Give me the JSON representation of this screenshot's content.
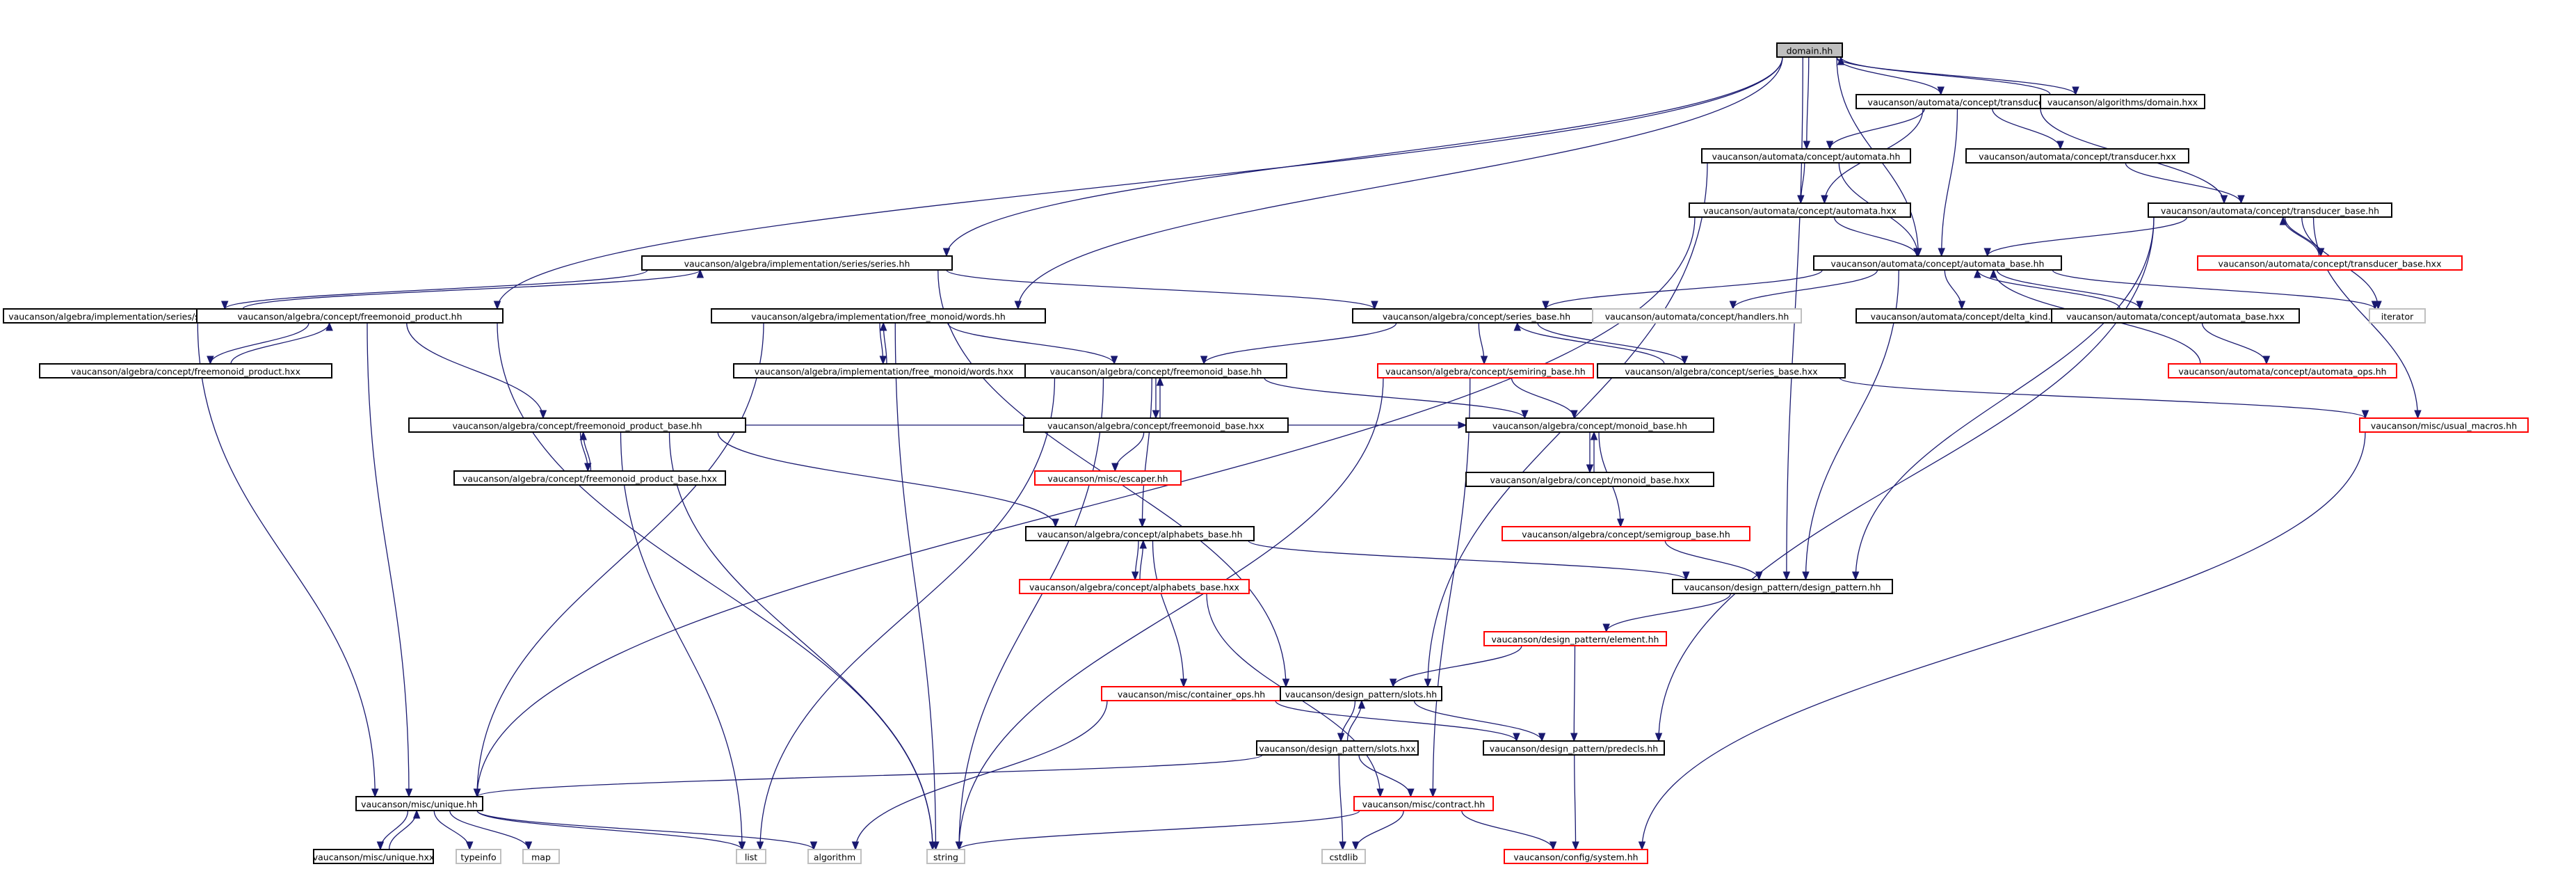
{
  "colors": {
    "edge": "#191970",
    "box_normal": "#000000",
    "box_truncated": "#ff0000",
    "box_external": "#bfbfbf",
    "root_fill": "#bfbfbf",
    "fill": "#ffffff"
  },
  "nodes": [
    {
      "id": "domain",
      "label": "domain.hh",
      "kind": "root"
    },
    {
      "id": "transducer",
      "label": "vaucanson/automata/concept/transducer.hh",
      "kind": "normal"
    },
    {
      "id": "alg_domain",
      "label": "vaucanson/algorithms/domain.hxx",
      "kind": "normal"
    },
    {
      "id": "automata",
      "label": "vaucanson/automata/concept/automata.hh",
      "kind": "normal"
    },
    {
      "id": "transducer_hxx",
      "label": "vaucanson/automata/concept/transducer.hxx",
      "kind": "normal"
    },
    {
      "id": "automata_hxx",
      "label": "vaucanson/automata/concept/automata.hxx",
      "kind": "normal"
    },
    {
      "id": "transducer_base",
      "label": "vaucanson/automata/concept/transducer_base.hh",
      "kind": "normal"
    },
    {
      "id": "transducer_base_hxx",
      "label": "vaucanson/automata/concept/transducer_base.hxx",
      "kind": "truncated"
    },
    {
      "id": "series",
      "label": "vaucanson/algebra/implementation/series/series.hh",
      "kind": "normal"
    },
    {
      "id": "automata_base",
      "label": "vaucanson/automata/concept/automata_base.hh",
      "kind": "normal"
    },
    {
      "id": "series_hxx",
      "label": "vaucanson/algebra/implementation/series/series.hxx",
      "kind": "normal"
    },
    {
      "id": "freemonoid_product",
      "label": "vaucanson/algebra/concept/freemonoid_product.hh",
      "kind": "normal"
    },
    {
      "id": "words",
      "label": "vaucanson/algebra/implementation/free_monoid/words.hh",
      "kind": "normal"
    },
    {
      "id": "series_base",
      "label": "vaucanson/algebra/concept/series_base.hh",
      "kind": "normal"
    },
    {
      "id": "handlers",
      "label": "vaucanson/automata/concept/handlers.hh",
      "kind": "external"
    },
    {
      "id": "delta_kind",
      "label": "vaucanson/automata/concept/delta_kind.hh",
      "kind": "normal"
    },
    {
      "id": "automata_base_hxx",
      "label": "vaucanson/automata/concept/automata_base.hxx",
      "kind": "normal"
    },
    {
      "id": "iterator",
      "label": "iterator",
      "kind": "external"
    },
    {
      "id": "freemonoid_product_hxx",
      "label": "vaucanson/algebra/concept/freemonoid_product.hxx",
      "kind": "normal"
    },
    {
      "id": "words_hxx",
      "label": "vaucanson/algebra/implementation/free_monoid/words.hxx",
      "kind": "normal"
    },
    {
      "id": "automata_ops",
      "label": "vaucanson/automata/concept/automata_ops.hh",
      "kind": "truncated"
    },
    {
      "id": "fmp_base",
      "label": "vaucanson/algebra/concept/freemonoid_product_base.hh",
      "kind": "normal"
    },
    {
      "id": "freemonoid_base",
      "label": "vaucanson/algebra/concept/freemonoid_base.hh",
      "kind": "normal"
    },
    {
      "id": "semiring_base",
      "label": "vaucanson/algebra/concept/semiring_base.hh",
      "kind": "truncated"
    },
    {
      "id": "series_base_hxx",
      "label": "vaucanson/algebra/concept/series_base.hxx",
      "kind": "normal"
    },
    {
      "id": "usual_macros",
      "label": "vaucanson/misc/usual_macros.hh",
      "kind": "truncated"
    },
    {
      "id": "fmp_base_hxx",
      "label": "vaucanson/algebra/concept/freemonoid_product_base.hxx",
      "kind": "normal"
    },
    {
      "id": "freemonoid_base_hxx",
      "label": "vaucanson/algebra/concept/freemonoid_base.hxx",
      "kind": "normal"
    },
    {
      "id": "monoid_base",
      "label": "vaucanson/algebra/concept/monoid_base.hh",
      "kind": "normal"
    },
    {
      "id": "escaper",
      "label": "vaucanson/misc/escaper.hh",
      "kind": "truncated"
    },
    {
      "id": "monoid_base_hxx",
      "label": "vaucanson/algebra/concept/monoid_base.hxx",
      "kind": "normal"
    },
    {
      "id": "semigroup_base",
      "label": "vaucanson/algebra/concept/semigroup_base.hh",
      "kind": "truncated"
    },
    {
      "id": "alphabets_base",
      "label": "vaucanson/algebra/concept/alphabets_base.hh",
      "kind": "normal"
    },
    {
      "id": "design_pattern",
      "label": "vaucanson/design_pattern/design_pattern.hh",
      "kind": "normal"
    },
    {
      "id": "alphabets_base_hxx",
      "label": "vaucanson/algebra/concept/alphabets_base.hxx",
      "kind": "truncated"
    },
    {
      "id": "element",
      "label": "vaucanson/design_pattern/element.hh",
      "kind": "truncated"
    },
    {
      "id": "container_ops",
      "label": "vaucanson/misc/container_ops.hh",
      "kind": "truncated"
    },
    {
      "id": "slots",
      "label": "vaucanson/design_pattern/slots.hh",
      "kind": "normal"
    },
    {
      "id": "slots_hxx",
      "label": "vaucanson/design_pattern/slots.hxx",
      "kind": "normal"
    },
    {
      "id": "predecls",
      "label": "vaucanson/design_pattern/predecls.hh",
      "kind": "normal"
    },
    {
      "id": "unique",
      "label": "vaucanson/misc/unique.hh",
      "kind": "normal"
    },
    {
      "id": "contract",
      "label": "vaucanson/misc/contract.hh",
      "kind": "truncated"
    },
    {
      "id": "unique_hxx",
      "label": "vaucanson/misc/unique.hxx",
      "kind": "normal"
    },
    {
      "id": "typeinfo",
      "label": "typeinfo",
      "kind": "external"
    },
    {
      "id": "map",
      "label": "map",
      "kind": "external"
    },
    {
      "id": "list",
      "label": "list",
      "kind": "external"
    },
    {
      "id": "algorithm",
      "label": "algorithm",
      "kind": "external"
    },
    {
      "id": "string",
      "label": "string",
      "kind": "external"
    },
    {
      "id": "cstdlib",
      "label": "cstdlib",
      "kind": "external"
    },
    {
      "id": "system",
      "label": "vaucanson/config/system.hh",
      "kind": "truncated"
    }
  ],
  "edges": [
    [
      "domain",
      "transducer"
    ],
    [
      "domain",
      "alg_domain"
    ],
    [
      "domain",
      "automata"
    ],
    [
      "domain",
      "series"
    ],
    [
      "domain",
      "freemonoid_product"
    ],
    [
      "domain",
      "words"
    ],
    [
      "domain",
      "automata_base"
    ],
    [
      "domain",
      "design_pattern"
    ],
    [
      "transducer",
      "automata"
    ],
    [
      "transducer",
      "transducer_hxx"
    ],
    [
      "transducer",
      "transducer_base"
    ],
    [
      "transducer",
      "automata_base"
    ],
    [
      "transducer",
      "automata_hxx"
    ],
    [
      "alg_domain",
      "domain"
    ],
    [
      "automata",
      "automata_hxx"
    ],
    [
      "automata",
      "automata_base"
    ],
    [
      "automata",
      "slots"
    ],
    [
      "automata_hxx",
      "automata_base"
    ],
    [
      "automata_hxx",
      "unique"
    ],
    [
      "transducer_hxx",
      "transducer_base"
    ],
    [
      "transducer_base",
      "automata_base"
    ],
    [
      "transducer_base",
      "transducer_base_hxx"
    ],
    [
      "transducer_base",
      "iterator"
    ],
    [
      "transducer_base",
      "usual_macros"
    ],
    [
      "transducer_base",
      "design_pattern"
    ],
    [
      "transducer_base",
      "predecls"
    ],
    [
      "transducer_base_hxx",
      "transducer_base"
    ],
    [
      "series",
      "series_hxx"
    ],
    [
      "series",
      "series_base"
    ],
    [
      "series",
      "slots"
    ],
    [
      "series_hxx",
      "series"
    ],
    [
      "series_hxx",
      "unique"
    ],
    [
      "automata_base",
      "series_base"
    ],
    [
      "automata_base",
      "handlers"
    ],
    [
      "automata_base",
      "delta_kind"
    ],
    [
      "automata_base",
      "automata_base_hxx"
    ],
    [
      "automata_base",
      "iterator"
    ],
    [
      "automata_base",
      "design_pattern"
    ],
    [
      "automata_base_hxx",
      "automata_base"
    ],
    [
      "automata_base_hxx",
      "automata_ops"
    ],
    [
      "automata_ops",
      "automata_base"
    ],
    [
      "freemonoid_product",
      "freemonoid_product_hxx"
    ],
    [
      "freemonoid_product",
      "fmp_base"
    ],
    [
      "freemonoid_product",
      "unique"
    ],
    [
      "freemonoid_product",
      "string"
    ],
    [
      "freemonoid_product_hxx",
      "freemonoid_product"
    ],
    [
      "words",
      "words_hxx"
    ],
    [
      "words",
      "freemonoid_base"
    ],
    [
      "words",
      "unique"
    ],
    [
      "words",
      "string"
    ],
    [
      "words_hxx",
      "words"
    ],
    [
      "series_base",
      "semiring_base"
    ],
    [
      "series_base",
      "series_base_hxx"
    ],
    [
      "series_base",
      "freemonoid_base"
    ],
    [
      "series_base_hxx",
      "series_base"
    ],
    [
      "series_base_hxx",
      "usual_macros"
    ],
    [
      "fmp_base",
      "fmp_base_hxx"
    ],
    [
      "fmp_base",
      "monoid_base"
    ],
    [
      "fmp_base",
      "alphabets_base"
    ],
    [
      "fmp_base",
      "list"
    ],
    [
      "fmp_base",
      "string"
    ],
    [
      "fmp_base_hxx",
      "fmp_base"
    ],
    [
      "freemonoid_base",
      "freemonoid_base_hxx"
    ],
    [
      "freemonoid_base",
      "monoid_base"
    ],
    [
      "freemonoid_base",
      "alphabets_base"
    ],
    [
      "freemonoid_base",
      "list"
    ],
    [
      "freemonoid_base",
      "string"
    ],
    [
      "freemonoid_base_hxx",
      "freemonoid_base"
    ],
    [
      "freemonoid_base_hxx",
      "escaper"
    ],
    [
      "semiring_base",
      "monoid_base"
    ],
    [
      "semiring_base",
      "contract"
    ],
    [
      "semiring_base",
      "string"
    ],
    [
      "monoid_base",
      "monoid_base_hxx"
    ],
    [
      "monoid_base",
      "semigroup_base"
    ],
    [
      "monoid_base_hxx",
      "monoid_base"
    ],
    [
      "semigroup_base",
      "design_pattern"
    ],
    [
      "alphabets_base",
      "alphabets_base_hxx"
    ],
    [
      "alphabets_base",
      "design_pattern"
    ],
    [
      "alphabets_base",
      "container_ops"
    ],
    [
      "alphabets_base_hxx",
      "alphabets_base"
    ],
    [
      "alphabets_base_hxx",
      "contract"
    ],
    [
      "design_pattern",
      "element"
    ],
    [
      "element",
      "slots"
    ],
    [
      "element",
      "predecls"
    ],
    [
      "container_ops",
      "predecls"
    ],
    [
      "container_ops",
      "algorithm"
    ],
    [
      "slots",
      "slots_hxx"
    ],
    [
      "slots",
      "predecls"
    ],
    [
      "slots_hxx",
      "slots"
    ],
    [
      "slots_hxx",
      "unique"
    ],
    [
      "slots_hxx",
      "contract"
    ],
    [
      "slots_hxx",
      "cstdlib"
    ],
    [
      "usual_macros",
      "system"
    ],
    [
      "predecls",
      "system"
    ],
    [
      "unique",
      "unique_hxx"
    ],
    [
      "unique",
      "typeinfo"
    ],
    [
      "unique",
      "map"
    ],
    [
      "unique",
      "list"
    ],
    [
      "unique",
      "algorithm"
    ],
    [
      "unique_hxx",
      "unique"
    ],
    [
      "contract",
      "string"
    ],
    [
      "contract",
      "cstdlib"
    ],
    [
      "contract",
      "system"
    ]
  ]
}
